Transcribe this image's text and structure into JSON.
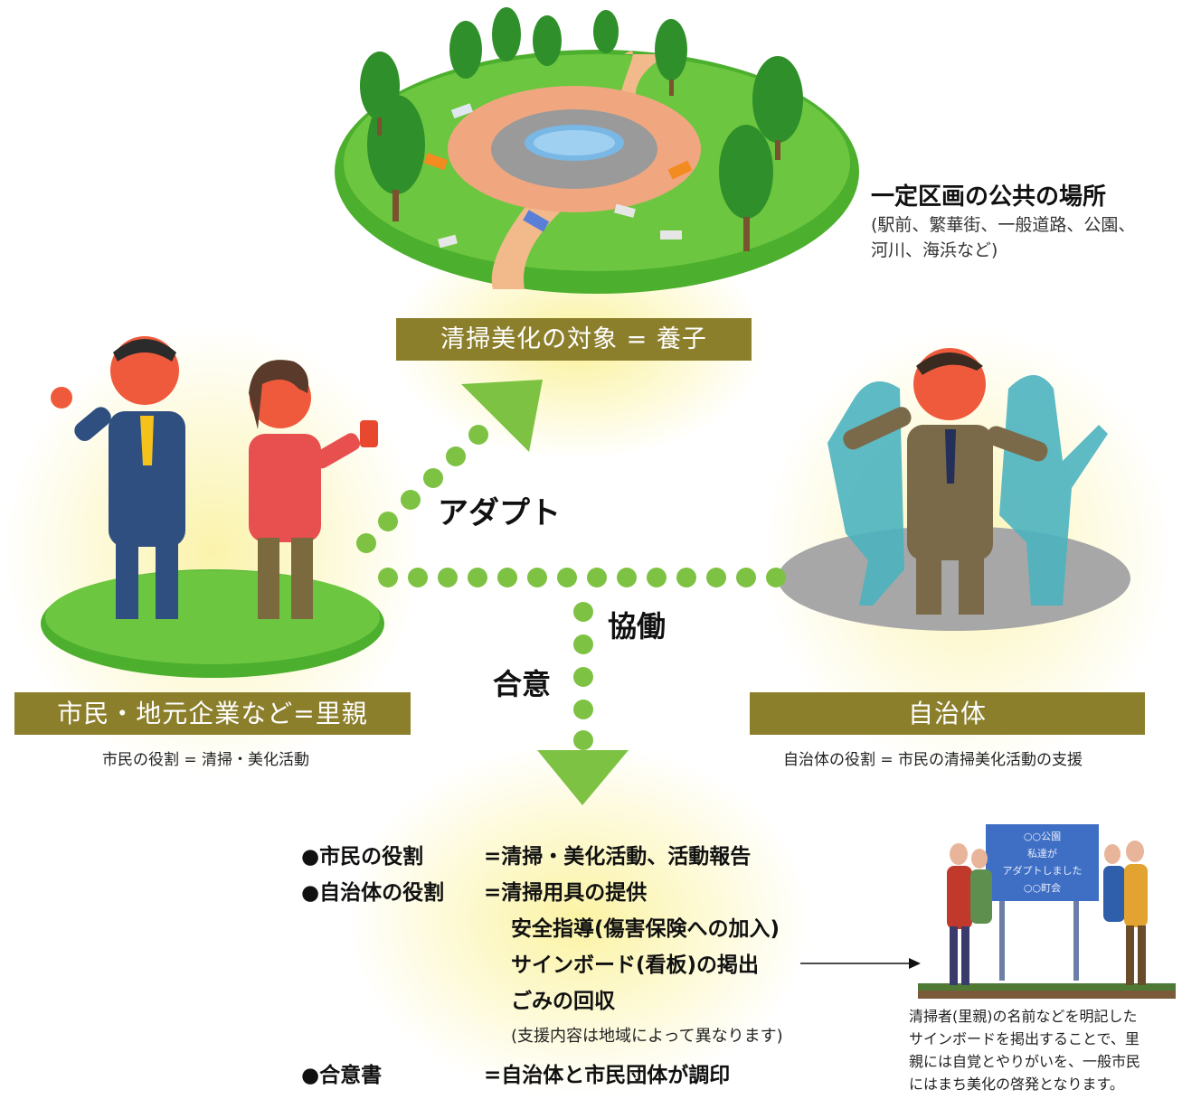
{
  "place": {
    "title": "一定区画の公共の場所",
    "sub1": "(駅前、繁華街、一般道路、公園、",
    "sub2": "河川、海浜など)"
  },
  "banners": {
    "adopt_target": "清掃美化の対象 = 養子",
    "citizen": "市民・地元企業など=里親",
    "municipality": "自治体"
  },
  "arrows": {
    "adopt": "アダプト",
    "cooperate": "協働",
    "agreement": "合意"
  },
  "roles": {
    "citizen": "市民の役割 = 清掃・美化活動",
    "municipality": "自治体の役割 = 市民の清掃美化活動の支援"
  },
  "list": {
    "citizen_label": "●市民の役割",
    "citizen_value": "=清掃・美化活動、活動報告",
    "muni_label": "●自治体の役割",
    "muni_value1": "=清掃用具の提供",
    "muni_value2": "安全指導(傷害保険への加入)",
    "muni_value3": "サインボード(看板)の掲出",
    "muni_value4": "ごみの回収",
    "muni_note": "(支援内容は地域によって異なります)",
    "agreement_label": "●合意書",
    "agreement_value": "=自治体と市民団体が調印"
  },
  "sign": {
    "line1": "○○公園",
    "line2": "私達が",
    "line3": "アダプトしました",
    "line4": "○○町会"
  },
  "caption": {
    "line1": "清掃者(里親)の名前などを明記した",
    "line2": "サインボードを掲出することで、里",
    "line3": "親には自覚とやりがいを、一般市民",
    "line4": "にはまち美化の啓発となります。"
  },
  "colors": {
    "banner": "#8c7f2c",
    "dots": "#7dc242",
    "grass": "#4caf2d"
  }
}
